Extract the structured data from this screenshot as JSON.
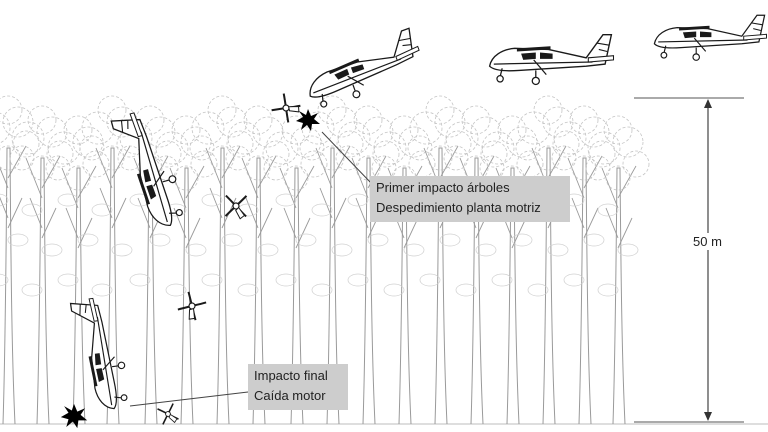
{
  "annotations": {
    "first_impact": {
      "line1": "Primer impacto árboles",
      "line2": "Despedimiento planta motriz"
    },
    "final_impact": {
      "line1": "Impacto final",
      "line2": "Caída motor"
    },
    "height_label": "50 m"
  },
  "colors": {
    "label_background": "#cdcdcd",
    "tree_stroke": "#9a9a9a",
    "aircraft_stroke": "#1a1a1a"
  }
}
